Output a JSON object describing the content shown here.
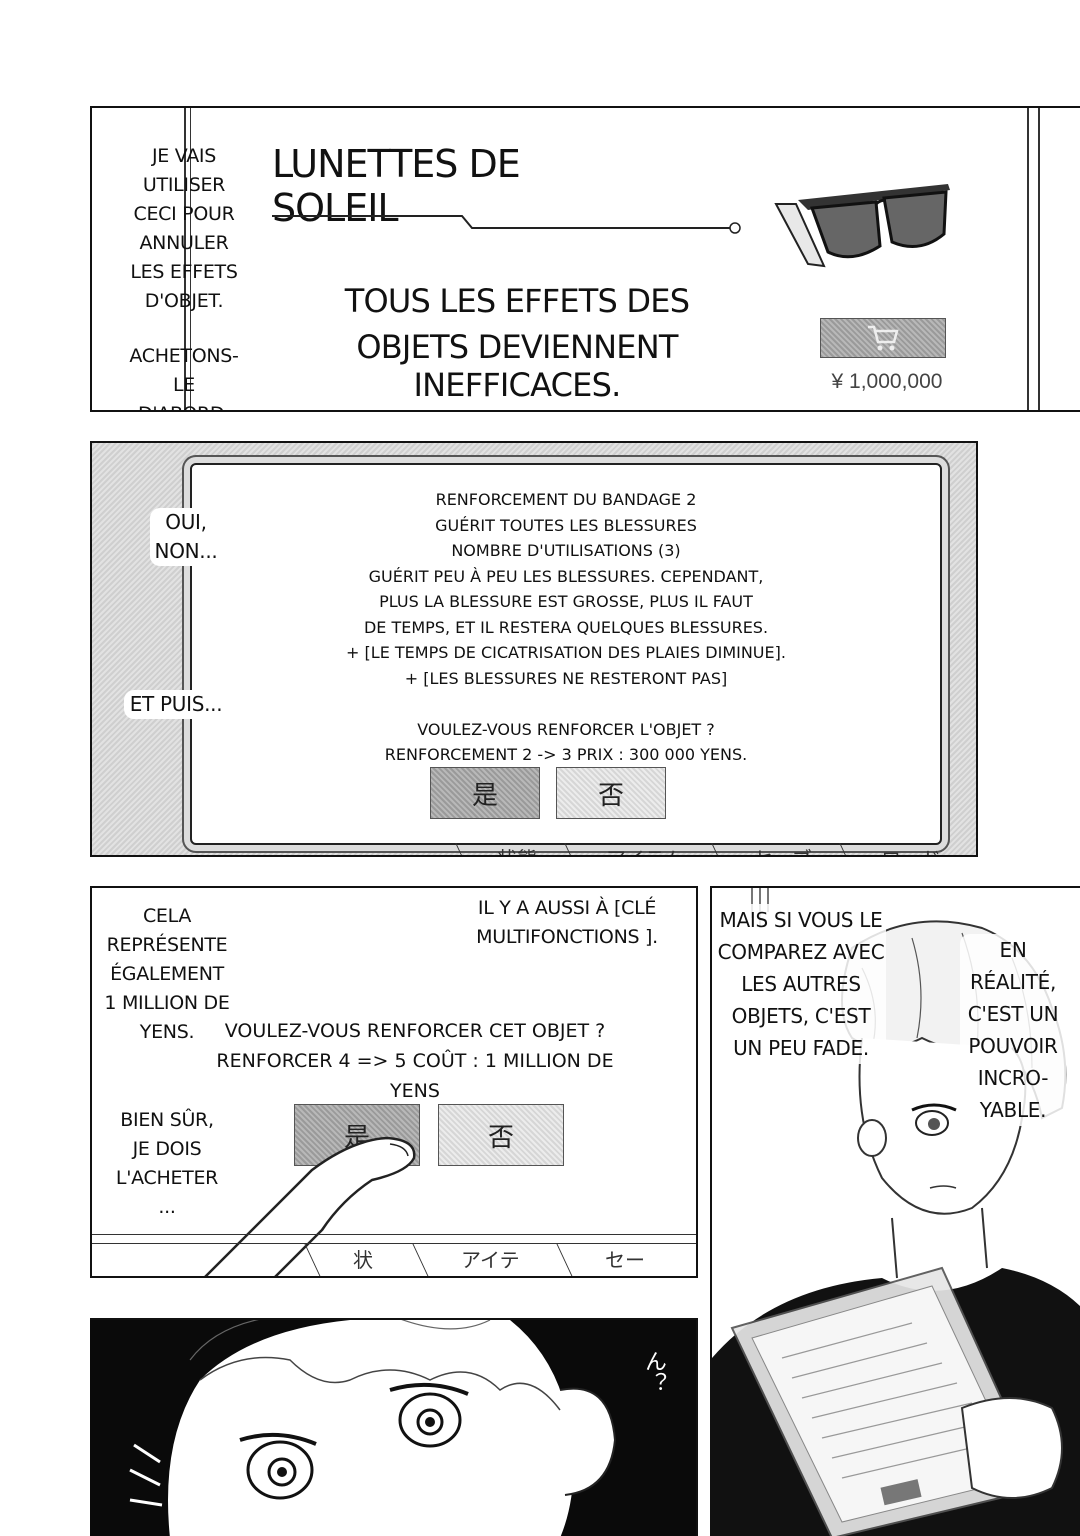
{
  "panel1": {
    "captions": [
      "JE VAIS UTILISER CECI POUR ANNULER LES EFFETS D'OBJET.",
      "ACHETONS-LE D'ABORD."
    ],
    "item_name": "LUNETTES DE SOLEIL",
    "item_effect_line1": "TOUS LES EFFETS DES",
    "item_effect_line2": "OBJETS DEVIENNENT INEFFICACES.",
    "price": "¥ 1,000,000",
    "icons": [
      "sunglasses-icon",
      "cart-icon"
    ]
  },
  "panel2": {
    "captions": [
      "OUI, NON...",
      "ET PUIS..."
    ],
    "lines": [
      "RENFORCEMENT DU BANDAGE 2",
      "GUÉRIT TOUTES LES BLESSURES",
      "NOMBRE D'UTILISATIONS (3)",
      "GUÉRIT PEU À PEU LES BLESSURES. CEPENDANT,",
      "PLUS LA BLESSURE EST GROSSE, PLUS IL FAUT",
      "DE TEMPS, ET IL RESTERA QUELQUES BLESSURES.",
      "+ [LE TEMPS DE CICATRISATION DES PLAIES DIMINUE].",
      "+ [LES BLESSURES NE RESTERONT PAS]",
      "",
      "VOULEZ-VOUS RENFORCER L'OBJET ?",
      "RENFORCEMENT 2 -> 3 PRIX : 300 000 YENS."
    ],
    "yes_label": "是",
    "no_label": "否",
    "tabs": [
      "状態",
      "アイテム",
      "セーブ",
      "ロード"
    ]
  },
  "panel3": {
    "captions": [
      "CELA REPRÉSENTE ÉGALEMENT 1 MILLION DE YENS.",
      "IL Y A AUSSI À [CLÉ MULTIFONCTIONS ].",
      "BIEN SÛR, JE DOIS L'ACHETER ..."
    ],
    "question_line1": "VOULEZ-VOUS RENFORCER CET OBJET ?",
    "question_line2": "RENFORCER 4 => 5 COÛT : 1 MILLION DE YENS",
    "yes_label": "是",
    "no_label": "否",
    "tabs": [
      "状態",
      "アイテム",
      "セーブ"
    ]
  },
  "panel4": {
    "captions": [
      "MAIS SI VOUS LE COMPAREZ AVEC LES AUTRES OBJETS, C'EST UN PEU FADE.",
      "EN RÉALITÉ, C'EST UN POUVOIR INCRO-YABLE."
    ]
  },
  "panel5": {
    "sfx": "ん？"
  }
}
